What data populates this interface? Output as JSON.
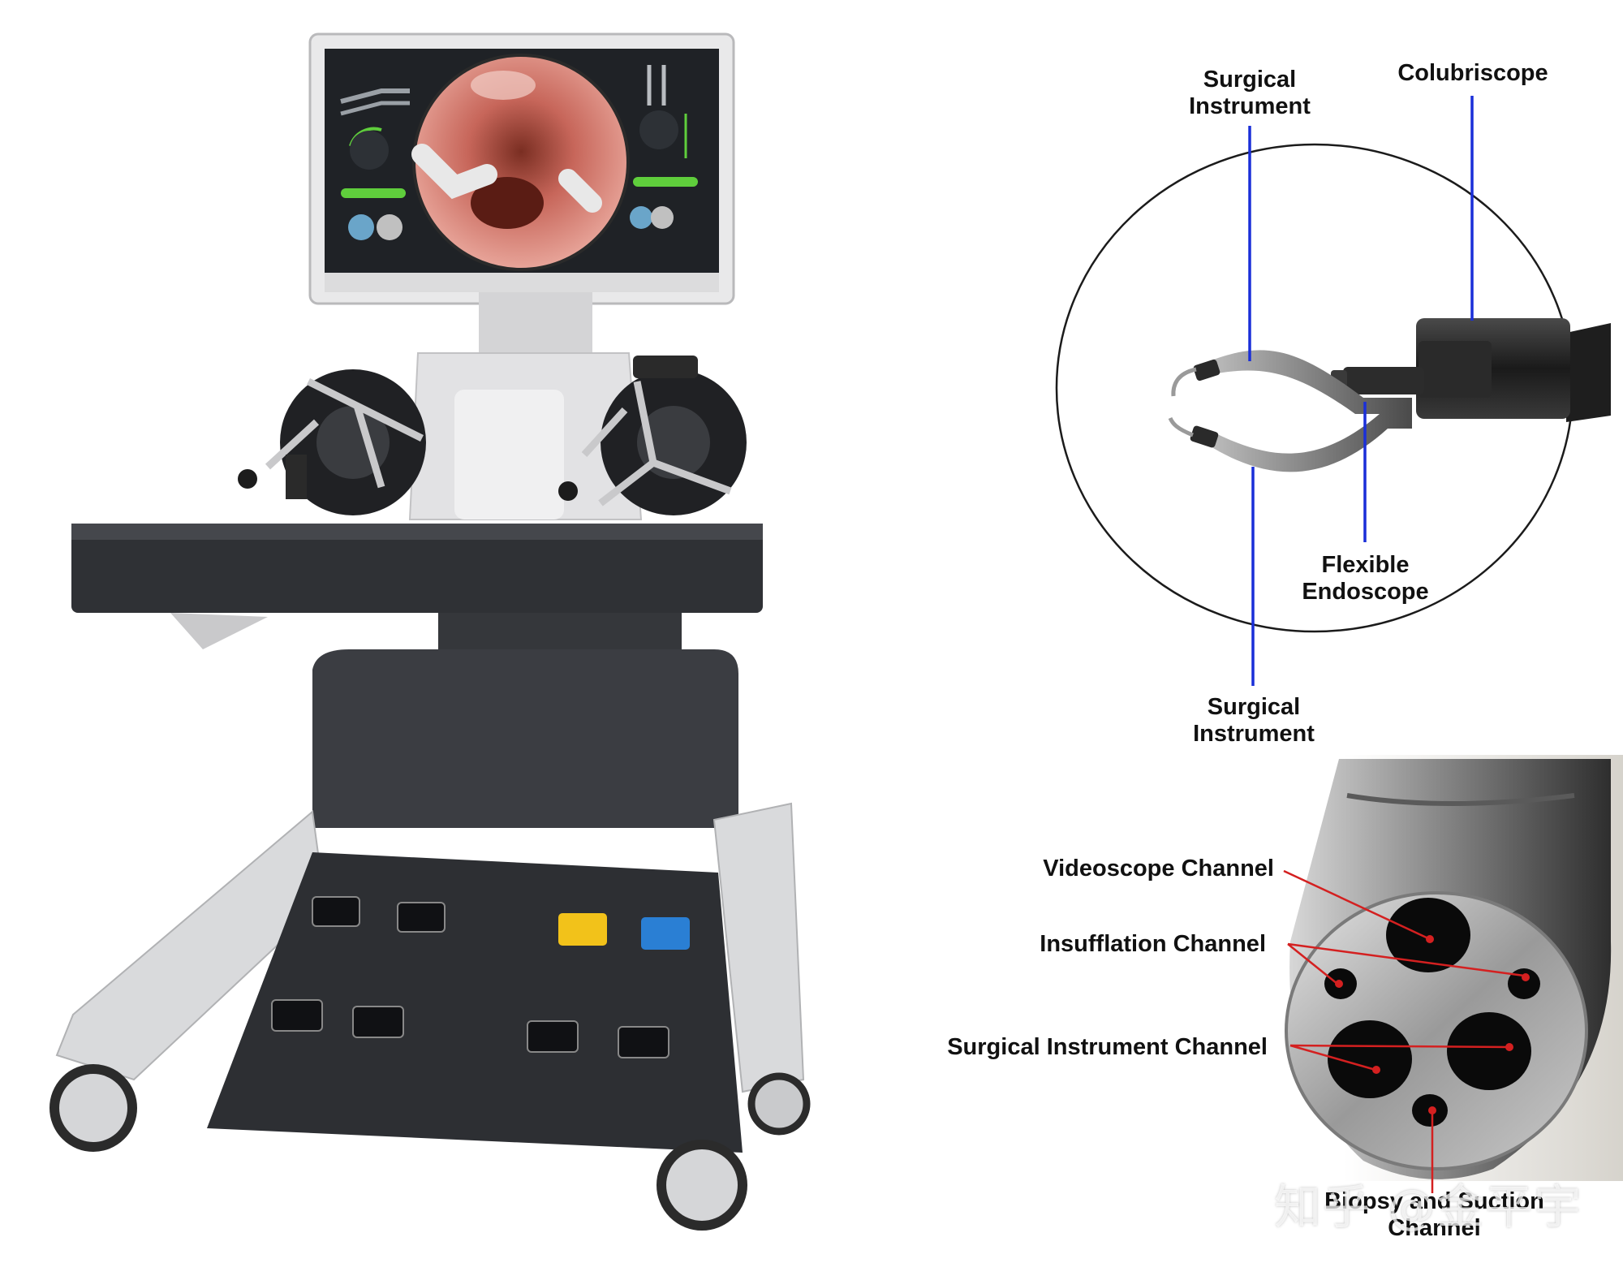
{
  "scope_diagram": {
    "labels": {
      "surgical_instrument_top": "Surgical\nInstrument",
      "colubriscope": "Colubriscope",
      "flexible_endoscope": "Flexible\nEndoscope",
      "surgical_instrument_bottom": "Surgical\nInstrument"
    }
  },
  "channel_diagram": {
    "labels": {
      "videoscope_channel": "Videoscope Channel",
      "insufflation_channel": "Insufflation Channel",
      "surgical_instrument_channel": "Surgical Instrument Channel",
      "biopsy_suction_channel": "Biopsy and Suction\nChannel"
    }
  },
  "watermark": {
    "text": "知乎 @金平宇"
  },
  "colors": {
    "leader_blue": "#1a2fd8",
    "leader_red": "#d42020",
    "console_dark": "#3a3c40",
    "console_light": "#d9dadc",
    "pedal_yellow": "#f2c21a",
    "pedal_blue": "#2a7fd4",
    "screen_accent_green": "#5fce3c"
  }
}
